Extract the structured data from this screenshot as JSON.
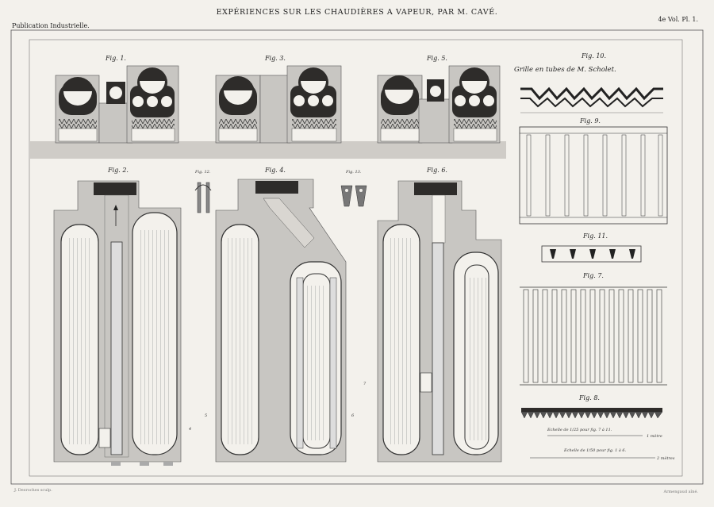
{
  "header": {
    "title": "EXPÉRIENCES SUR LES CHAUDIÈRES A VAPEUR, PAR M. CAVÉ.",
    "publication": "Publication Industrielle.",
    "volume": "4e Vol. Pl. 1."
  },
  "footer": {
    "engraver": "J. Desroches sculp.",
    "author": "Armengaud aîné."
  },
  "figures": {
    "fig1": "Fig. 1.",
    "fig2": "Fig. 2.",
    "fig3": "Fig. 3.",
    "fig4": "Fig. 4.",
    "fig5": "Fig. 5.",
    "fig6": "Fig. 6.",
    "fig7": "Fig. 7.",
    "fig8": "Fig. 8.",
    "fig9": "Fig. 9.",
    "fig10": "Fig. 10.",
    "fig11": "Fig. 11.",
    "fig12": "Fig. 12.",
    "fig13": "Fig. 13."
  },
  "captions": {
    "grille": "Grille en tubes de M. Scholet.",
    "scale1": "Echelle de 1/25 pour fig. 7 à 11.",
    "scale2": "Echelle de 1/50 pour fig. 1 à 6.",
    "metre": "1 mètre",
    "metres": "2 mètres"
  },
  "colors": {
    "paper": "#f3f1ec",
    "wall": "#c8c6c2",
    "ink": "#222222",
    "dark": "#2e2c2a"
  }
}
